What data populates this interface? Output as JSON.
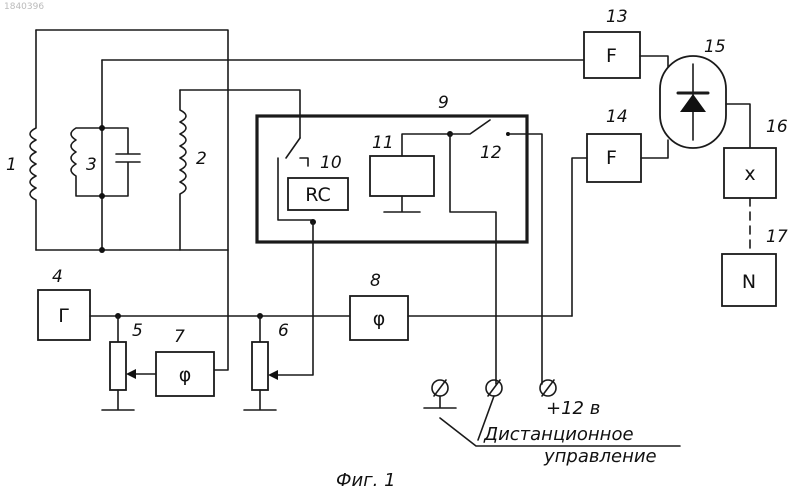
{
  "watermark": "1840396",
  "caption": "Фиг. 1",
  "remote_label_1": "Дистанционное",
  "remote_label_2": "управление",
  "supply_label": "+12 в",
  "blocks": {
    "b4_text": "Г",
    "b7_text": "φ",
    "b8_text": "φ",
    "b10_text": "RC",
    "b13_text": "F",
    "b14_text": "F",
    "b16_text": "x",
    "b17_text": "N"
  },
  "numbers": {
    "n1": "1",
    "n2": "2",
    "n3": "3",
    "n4": "4",
    "n5": "5",
    "n6": "6",
    "n7": "7",
    "n8": "8",
    "n9": "9",
    "n10": "10",
    "n11": "11",
    "n12": "12",
    "n13": "13",
    "n14": "14",
    "n15": "15",
    "n16": "16",
    "n17": "17"
  }
}
